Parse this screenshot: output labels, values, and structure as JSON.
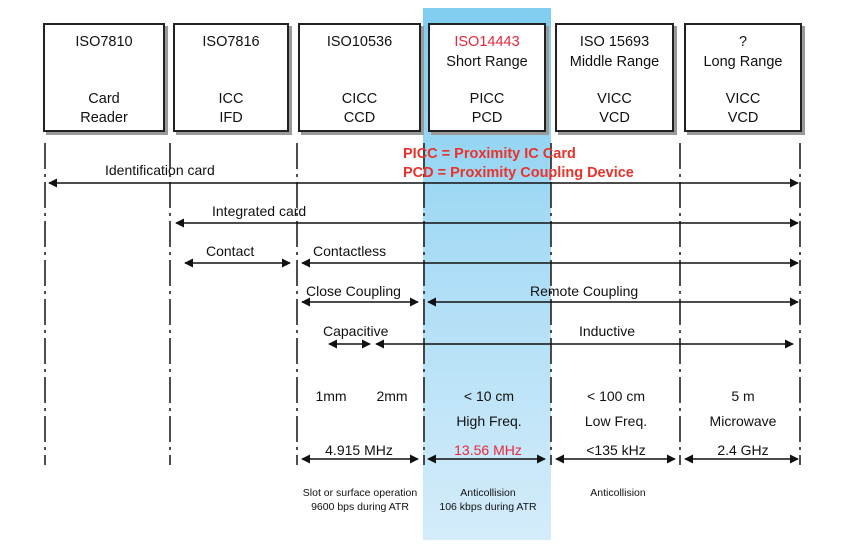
{
  "standards": [
    {
      "code": "ISO7810",
      "range": "",
      "name1": "Card",
      "name2": "Reader"
    },
    {
      "code": "ISO7816",
      "range": "",
      "name1": "ICC",
      "name2": "IFD"
    },
    {
      "code": "ISO10536",
      "range": "",
      "name1": "CICC",
      "name2": "CCD"
    },
    {
      "code": "ISO14443",
      "range": "Short  Range",
      "name1": "PICC",
      "name2": "PCD"
    },
    {
      "code": "ISO 15693",
      "range": "Middle Range",
      "name1": "VICC",
      "name2": "VCD"
    },
    {
      "code": "?",
      "range": "Long   Range",
      "name1": "VICC",
      "name2": "VCD"
    }
  ],
  "notes": {
    "picc": "PICC = Proximity IC Card",
    "pcd": "PCD = Proximity Coupling Device"
  },
  "arrows": {
    "identification": "Identification card",
    "integrated": "Integrated card",
    "contact": "Contact",
    "contactless": "Contactless",
    "close_coupling": "Close Coupling",
    "remote_coupling": "Remote Coupling",
    "capacitive": "Capacitive",
    "inductive": "Inductive"
  },
  "distances": {
    "d1": "1mm",
    "d2": "2mm",
    "d3": "< 10 cm",
    "d4": "< 100 cm",
    "d5": "5 m"
  },
  "frequency_bands": {
    "short": "High Freq.",
    "middle": "Low Freq.",
    "long": "Microwave"
  },
  "frequencies": {
    "close": "4.915 MHz",
    "short": "13.56 MHz",
    "middle": "<135 kHz",
    "long": "2.4 GHz"
  },
  "footnotes": {
    "close_1": "Slot or surface operation",
    "close_2": "9600 bps during ATR",
    "short_1": "Anticollision",
    "short_2": "106 kbps during ATR",
    "middle_1": "Anticollision"
  },
  "colors": {
    "highlight": "#8fd3f3",
    "accent": "#e8283a"
  }
}
